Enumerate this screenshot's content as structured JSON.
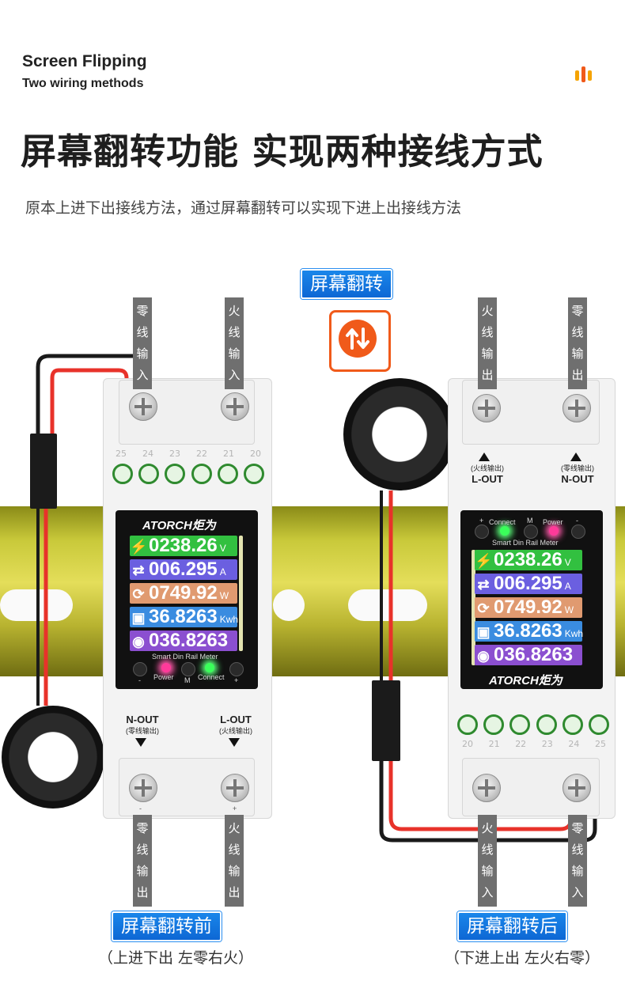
{
  "header": {
    "title_en": "Screen Flipping",
    "subtitle_en": "Two wiring methods",
    "title_cn": "屏幕翻转功能 实现两种接线方式",
    "description": "原本上进下出接线方法，通过屏幕翻转可以实现下进上出接线方法"
  },
  "flip_tag": "屏幕翻转",
  "left_meter": {
    "top_labels": [
      "零线输入",
      "火线输入"
    ],
    "bottom_labels": [
      "零线输出",
      "火线输出"
    ],
    "terminal_numbers": [
      "25",
      "24",
      "23",
      "22",
      "21",
      "20"
    ],
    "brand": "ATORCH炬为",
    "rows": [
      {
        "value": "0238.26",
        "unit": "V"
      },
      {
        "value": "006.295",
        "unit": "A"
      },
      {
        "value": "0749.92",
        "unit": "W"
      },
      {
        "value": "36.8263",
        "unit": "Kwh"
      },
      {
        "value": "036.8263",
        "unit": ""
      }
    ],
    "model": "Smart Din Rail Meter",
    "buttons": {
      "minus": "-",
      "power": "Power",
      "m": "M",
      "connect": "Connect",
      "plus": "+"
    },
    "n_out": "N-OUT",
    "n_out_sub": "(零线输出)",
    "l_out": "L-OUT",
    "l_out_sub": "(火线输出)",
    "bottom_marks": [
      "-",
      "+"
    ],
    "tag": "屏幕翻转前",
    "caption": "（上进下出 左零右火）"
  },
  "right_meter": {
    "top_labels": [
      "火线输出",
      "零线输出"
    ],
    "bottom_labels": [
      "火线输入",
      "零线输入"
    ],
    "terminal_numbers": [
      "20",
      "21",
      "22",
      "23",
      "24",
      "25"
    ],
    "l_out": "L-OUT",
    "l_out_sub": "(火线输出)",
    "n_out": "N-OUT",
    "n_out_sub": "(零线输出)",
    "top_marks": [
      "+",
      "-"
    ],
    "brand": "ATORCH炬为",
    "model": "Smart Din Rail Meter",
    "buttons": {
      "plus": "+",
      "connect": "Connect",
      "m": "M",
      "power": "Power",
      "minus": "-"
    },
    "rows": [
      {
        "value": "0238.26",
        "unit": "V"
      },
      {
        "value": "006.295",
        "unit": "A"
      },
      {
        "value": "0749.92",
        "unit": "W"
      },
      {
        "value": "36.8263",
        "unit": "Kwh"
      },
      {
        "value": "036.8263",
        "unit": ""
      }
    ],
    "tag": "屏幕翻转后",
    "caption": "（下进上出 左火右零）"
  },
  "colors": {
    "accent_orange": "#f05a1a",
    "tag_blue": "#0d67d4",
    "wire_red": "#e8322a",
    "wire_black": "#1a1a1a"
  }
}
